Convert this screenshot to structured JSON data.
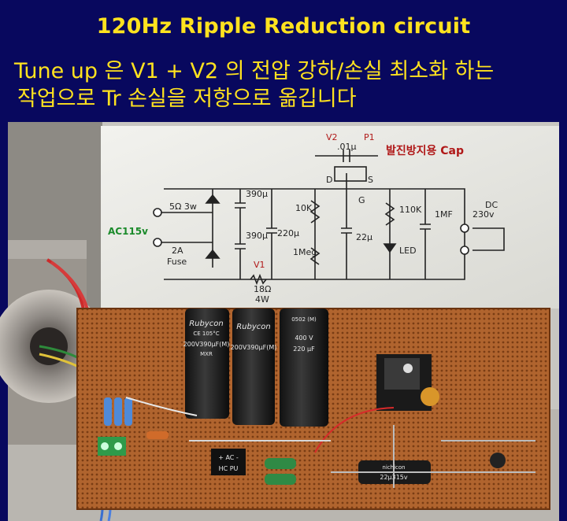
{
  "title": "120Hz Ripple Reduction circuit",
  "korean_line1": "Tune up 은  V1 + V2 의 전압 강하/손실 최소화 하는",
  "korean_line2": "작업으로 Tr 손실을 저항으로 옮깁니다",
  "annotations": {
    "cap_note": "발진방지용 Cap",
    "ac_label": "AC115v"
  },
  "schematic_labels": {
    "r_in": "5Ω 3w",
    "fuse_rating": "2A",
    "fuse": "Fuse",
    "c1": "390μ",
    "c2": "390μ",
    "c3": "220μ",
    "v2": "V2",
    "p1": "P1",
    "c_top": ".01μ",
    "d": "D",
    "s": "S",
    "g": "G",
    "r10k": "10K",
    "r1meg": "1Meg",
    "c22": "22μ",
    "r110k": "110K",
    "led": "LED",
    "c1mf": "1MF",
    "dc_out": "DC",
    "dc_val": "230v",
    "v1": "V1",
    "r18": "18Ω",
    "r18w": "4W"
  },
  "component_text": {
    "cap1_brand": "Rubycon",
    "cap1_rating": "CE 105°C",
    "cap1_value": "200V390μF(M)",
    "cap1_series": "MXR",
    "cap3_code": "0502 (M)",
    "cap3_v": "400 V",
    "cap3_uf": "220 μF",
    "bridge_top": "+ AC -",
    "bridge_bot": "HC PU",
    "small_cap_brand": "nichicon",
    "small_cap_value": "22μ315v"
  }
}
